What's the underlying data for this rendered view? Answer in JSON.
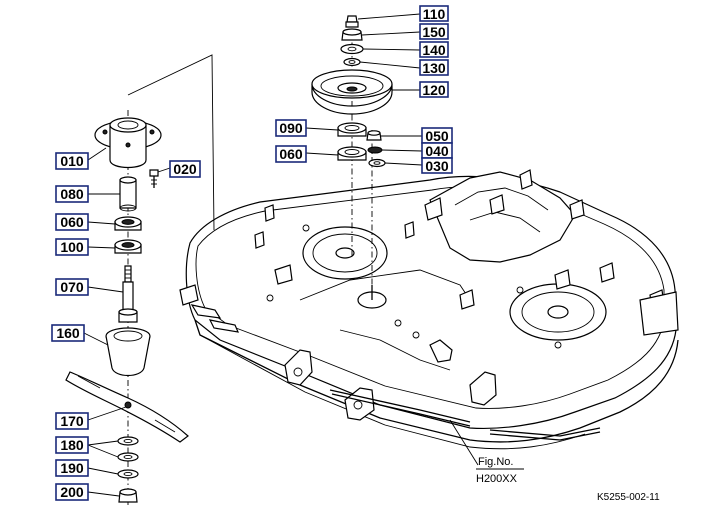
{
  "callouts": [
    {
      "id": "c110",
      "label": "110"
    },
    {
      "id": "c150",
      "label": "150"
    },
    {
      "id": "c140",
      "label": "140"
    },
    {
      "id": "c130",
      "label": "130"
    },
    {
      "id": "c120",
      "label": "120"
    },
    {
      "id": "c090",
      "label": "090"
    },
    {
      "id": "c050",
      "label": "050"
    },
    {
      "id": "c060a",
      "label": "060"
    },
    {
      "id": "c040",
      "label": "040"
    },
    {
      "id": "c030",
      "label": "030"
    },
    {
      "id": "c010",
      "label": "010"
    },
    {
      "id": "c020",
      "label": "020"
    },
    {
      "id": "c080",
      "label": "080"
    },
    {
      "id": "c060b",
      "label": "060"
    },
    {
      "id": "c100",
      "label": "100"
    },
    {
      "id": "c070",
      "label": "070"
    },
    {
      "id": "c160",
      "label": "160"
    },
    {
      "id": "c170",
      "label": "170"
    },
    {
      "id": "c180",
      "label": "180"
    },
    {
      "id": "c190",
      "label": "190"
    },
    {
      "id": "c200",
      "label": "200"
    }
  ],
  "figure_note": {
    "line1": "Fig.No.",
    "line2": "H200XX"
  },
  "reference_code": "K5255-002-11"
}
